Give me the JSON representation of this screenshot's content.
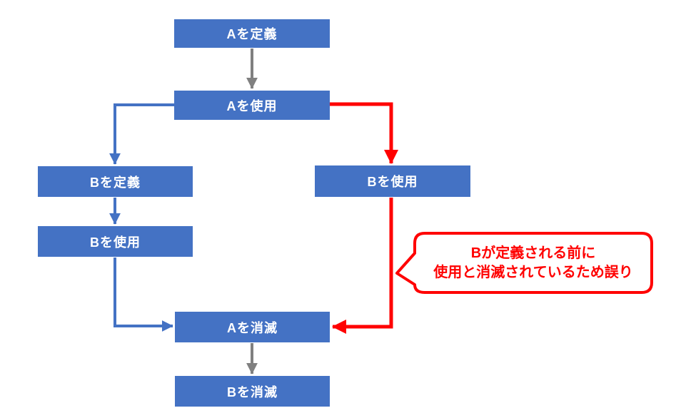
{
  "diagram": {
    "type": "flowchart",
    "colors": {
      "node_fill": "#4472C4",
      "node_text": "#FFFFFF",
      "blue_arrow": "#4472C4",
      "gray_arrow": "#808080",
      "error_red": "#FF0000",
      "background": "#FFFFFF"
    },
    "nodes": [
      {
        "id": "define-a",
        "label": "Aを定義"
      },
      {
        "id": "use-a",
        "label": "Aを使用"
      },
      {
        "id": "define-b",
        "label": "Bを定義"
      },
      {
        "id": "use-b-left",
        "label": "Bを使用"
      },
      {
        "id": "use-b-right",
        "label": "Bを使用"
      },
      {
        "id": "destroy-a",
        "label": "Aを消滅"
      },
      {
        "id": "destroy-b",
        "label": "Bを消滅"
      }
    ],
    "edges": [
      {
        "from": "define-a",
        "to": "use-a",
        "color": "gray"
      },
      {
        "from": "use-a",
        "to": "define-b",
        "color": "blue"
      },
      {
        "from": "define-b",
        "to": "use-b-left",
        "color": "blue"
      },
      {
        "from": "use-b-left",
        "to": "destroy-a",
        "color": "blue"
      },
      {
        "from": "use-a",
        "to": "use-b-right",
        "color": "red"
      },
      {
        "from": "use-b-right",
        "to": "destroy-a",
        "color": "red"
      },
      {
        "from": "destroy-a",
        "to": "destroy-b",
        "color": "gray"
      }
    ],
    "callout": {
      "line1": "Bが定義される前に",
      "line2": "使用と消滅されているため誤り"
    }
  }
}
